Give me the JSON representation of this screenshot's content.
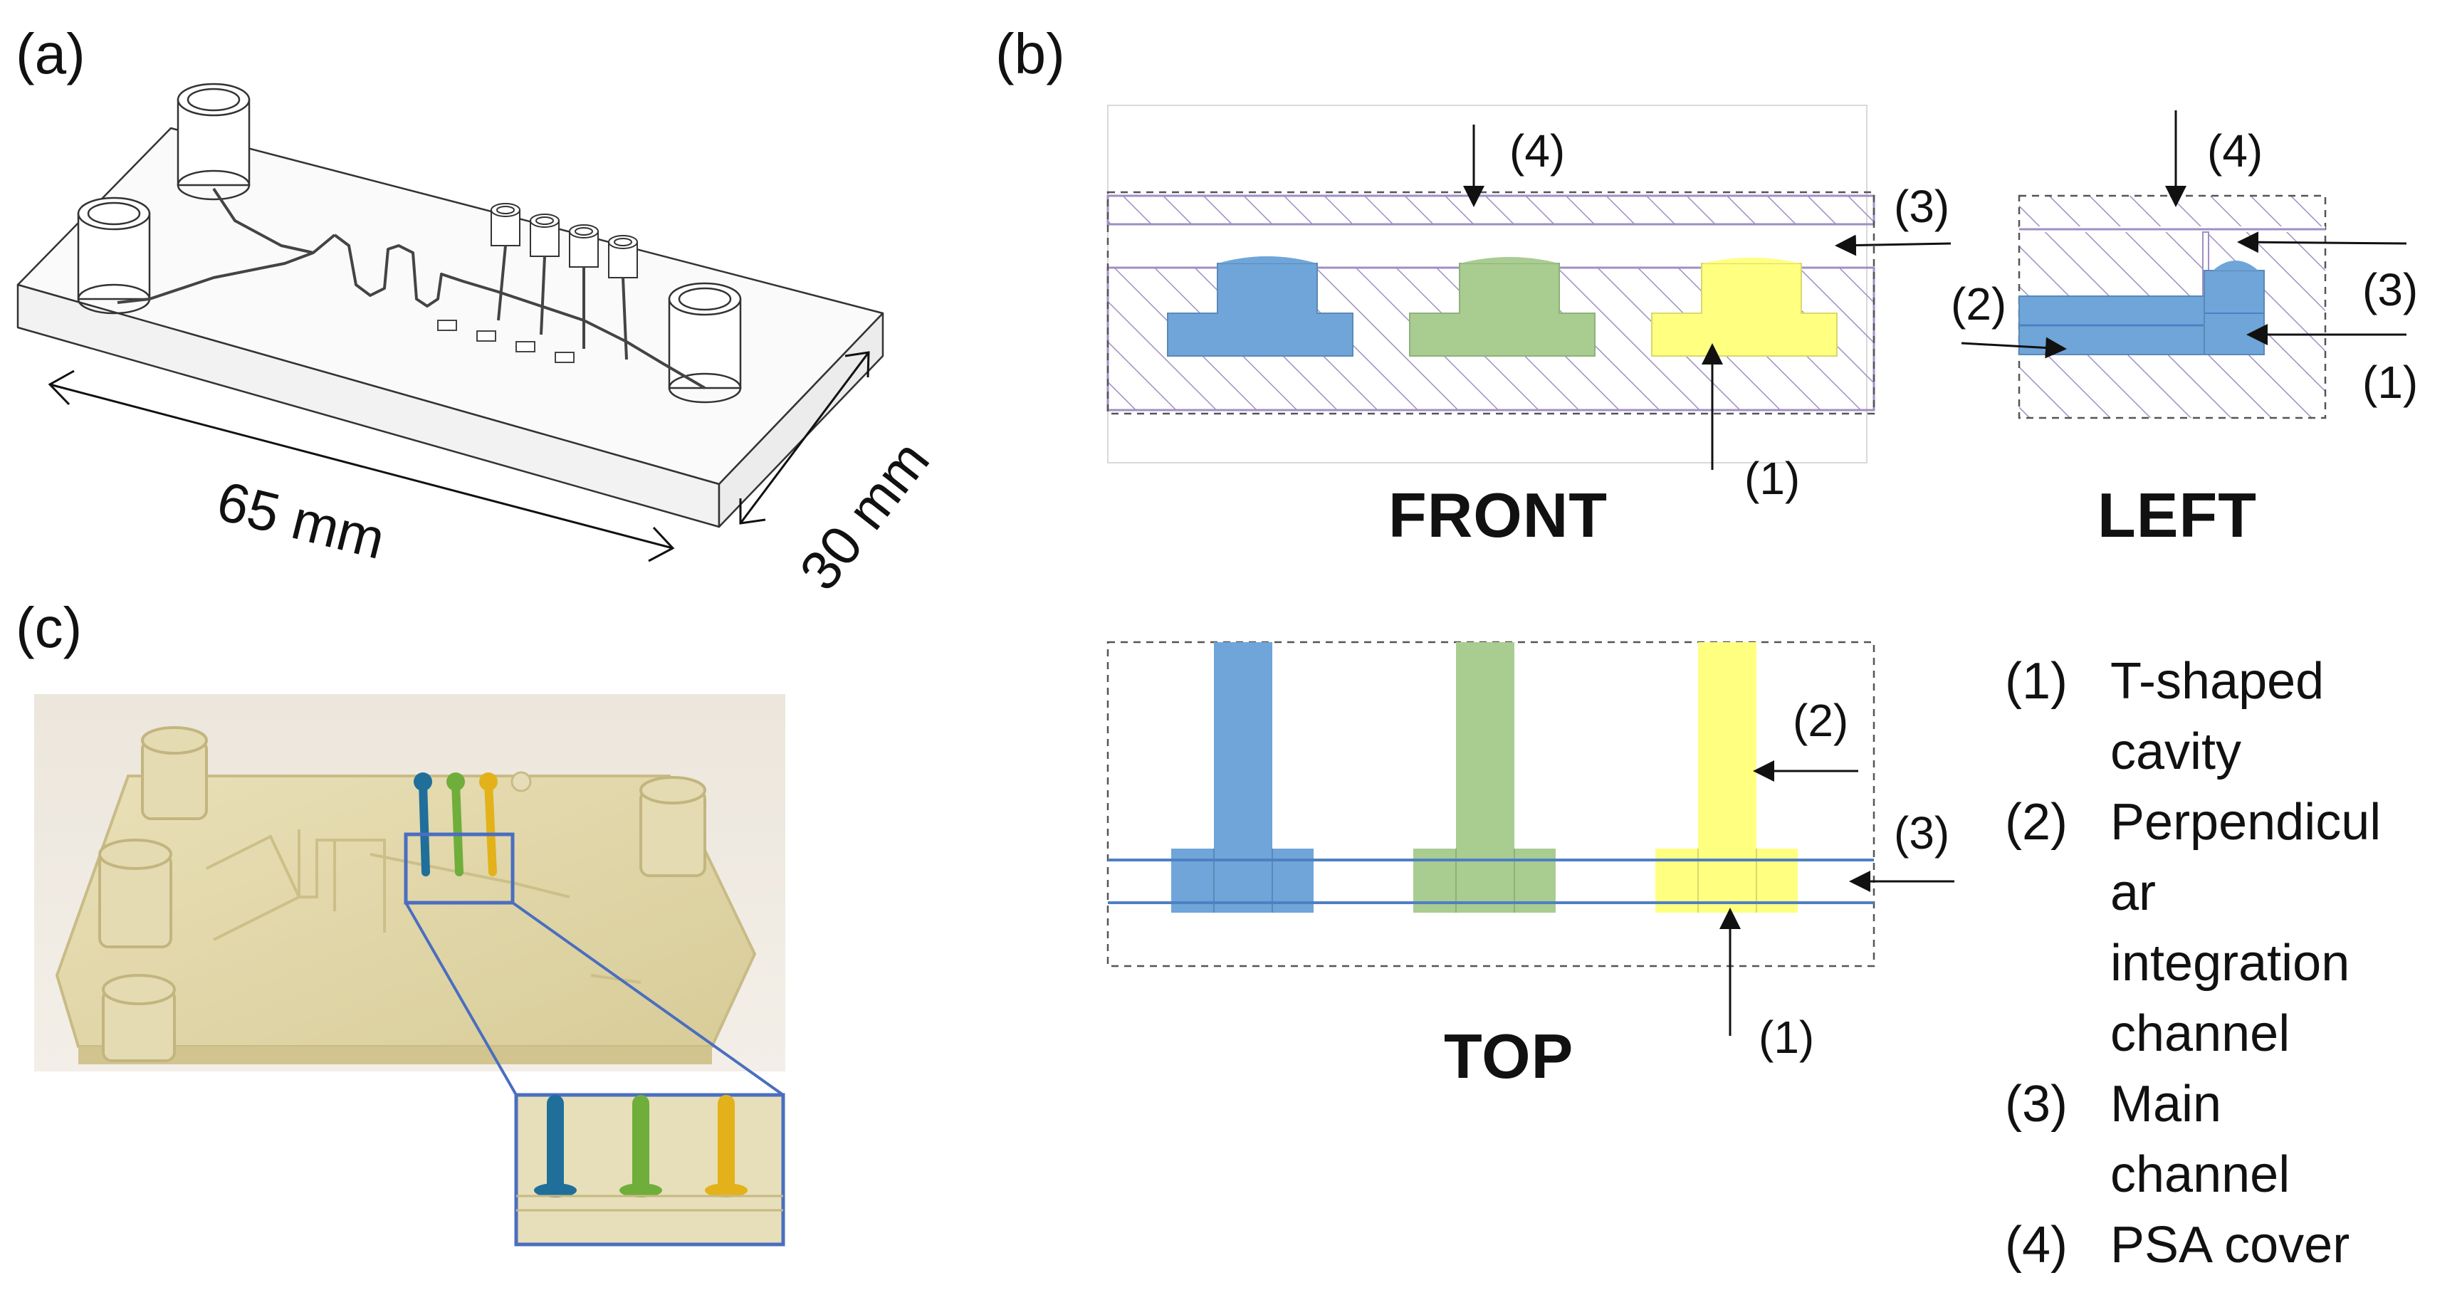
{
  "panels": {
    "a": "(a)",
    "b": "(b)",
    "c": "(c)"
  },
  "dimensions": {
    "length": "65 mm",
    "width": "30 mm"
  },
  "views": {
    "front": "FRONT",
    "left": "LEFT",
    "top": "TOP"
  },
  "callouts": {
    "n1": "(1)",
    "n2": "(2)",
    "n3": "(3)",
    "n4": "(4)"
  },
  "legend": [
    {
      "num": "(1)",
      "lines": [
        "T-shaped",
        "cavity"
      ]
    },
    {
      "num": "(2)",
      "lines": [
        "Perpendicul",
        "ar",
        "integration",
        "channel"
      ]
    },
    {
      "num": "(3)",
      "lines": [
        "Main",
        "channel"
      ]
    },
    {
      "num": "(4)",
      "lines": [
        "PSA cover"
      ]
    }
  ],
  "colors": {
    "blue": "#6fa5d8",
    "green": "#a9cc91",
    "yellow": "#ffff80",
    "hatch": "#a08fc4",
    "channel_line": "#4f7fc4",
    "inset_border": "#4a6ec0",
    "dark_blue_dye": "#1f6f9a",
    "green_dye": "#6fae3a",
    "yellow_dye": "#e3b21a"
  }
}
